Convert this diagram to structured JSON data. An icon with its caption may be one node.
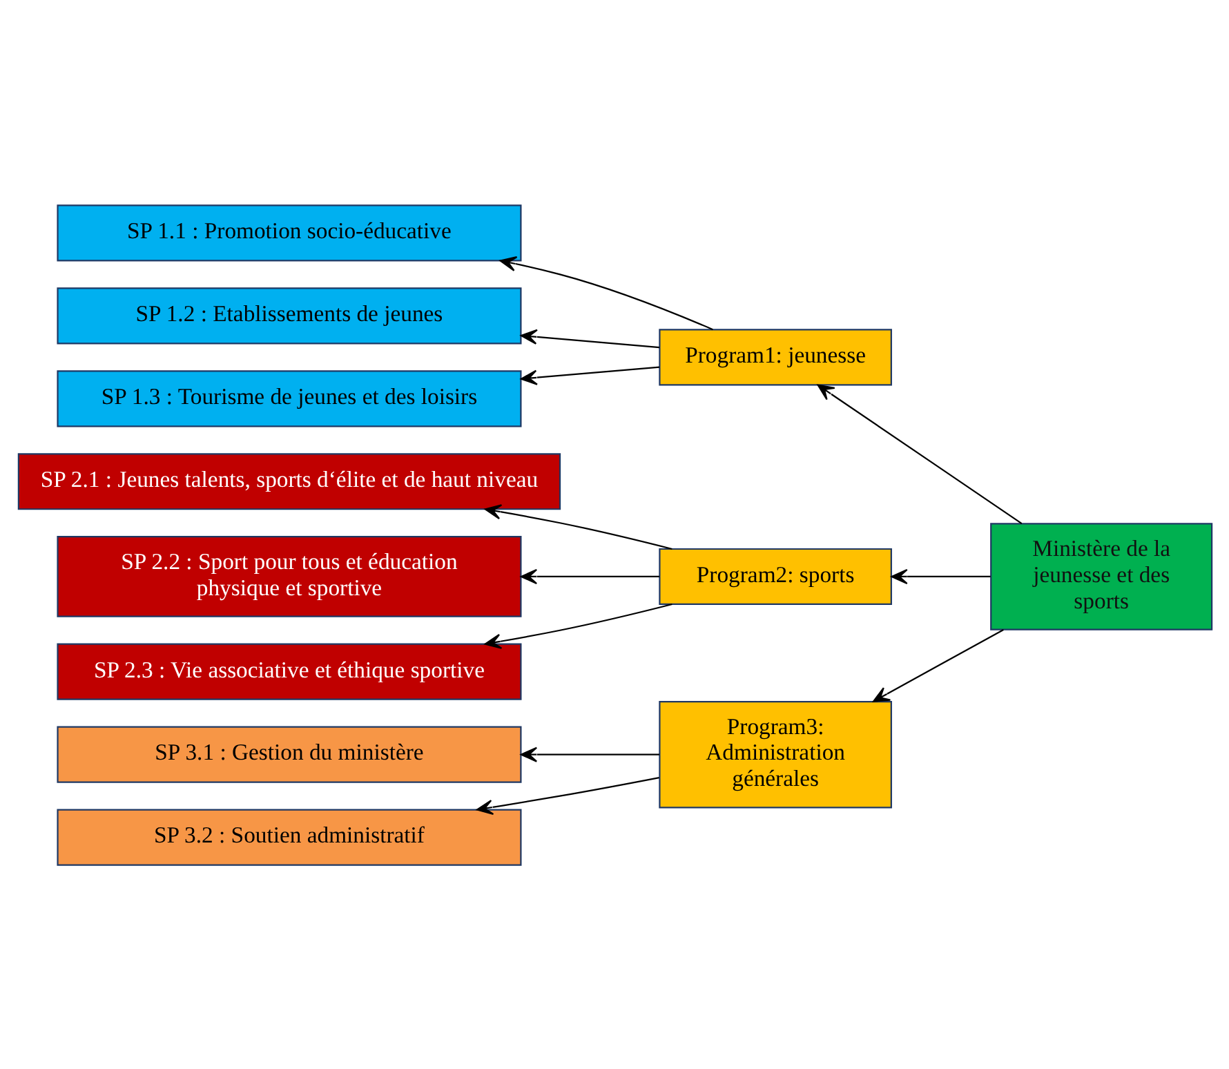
{
  "diagram": {
    "nodes": [
      {
        "text": [
          "Ministère de la jeunesse et des sports"
        ]
      },
      {
        "text": [
          "Program1: jeunesse"
        ]
      },
      {
        "text": [
          "Program2: sports"
        ]
      },
      {
        "text": [
          "Program3: Administration générales"
        ]
      },
      {
        "text": [
          "SP 1.1 : Promotion socio-éducative"
        ]
      },
      {
        "text": [
          "SP 1.2 : Etablissements de jeunes"
        ]
      },
      {
        "text": [
          "SP 1.3 : Tourisme de jeunes et des loisirs"
        ]
      },
      {
        "text": [
          "SP 2.1 : Jeunes talents, sports d‘élite et de haut niveau"
        ]
      },
      {
        "text": [
          "SP 2.2 : Sport pour tous et éducation physique et sportive"
        ]
      },
      {
        "text": [
          "SP 2.3 : Vie associative et éthique sportive"
        ]
      },
      {
        "text": [
          "SP 3.1 : Gestion du ministère"
        ]
      },
      {
        "text": [
          "SP 3.2 : Soutien administratif"
        ]
      }
    ],
    "edges": [
      {
        "from": 0,
        "to": 1,
        "arrow": "to"
      },
      {
        "from": 0,
        "to": 2,
        "arrow": "to"
      },
      {
        "from": 0,
        "to": 3,
        "arrow": "to"
      },
      {
        "from": 1,
        "to": 4,
        "arrow": "to"
      },
      {
        "from": 1,
        "to": 5,
        "arrow": "to"
      },
      {
        "from": 1,
        "to": 6,
        "arrow": "to"
      },
      {
        "from": 2,
        "to": 7,
        "arrow": "to"
      },
      {
        "from": 2,
        "to": 8,
        "arrow": "to"
      },
      {
        "from": 2,
        "to": 9,
        "arrow": "to"
      },
      {
        "from": 3,
        "to": 10,
        "arrow": "to"
      },
      {
        "from": 3,
        "to": 11,
        "arrow": "to"
      }
    ]
  }
}
